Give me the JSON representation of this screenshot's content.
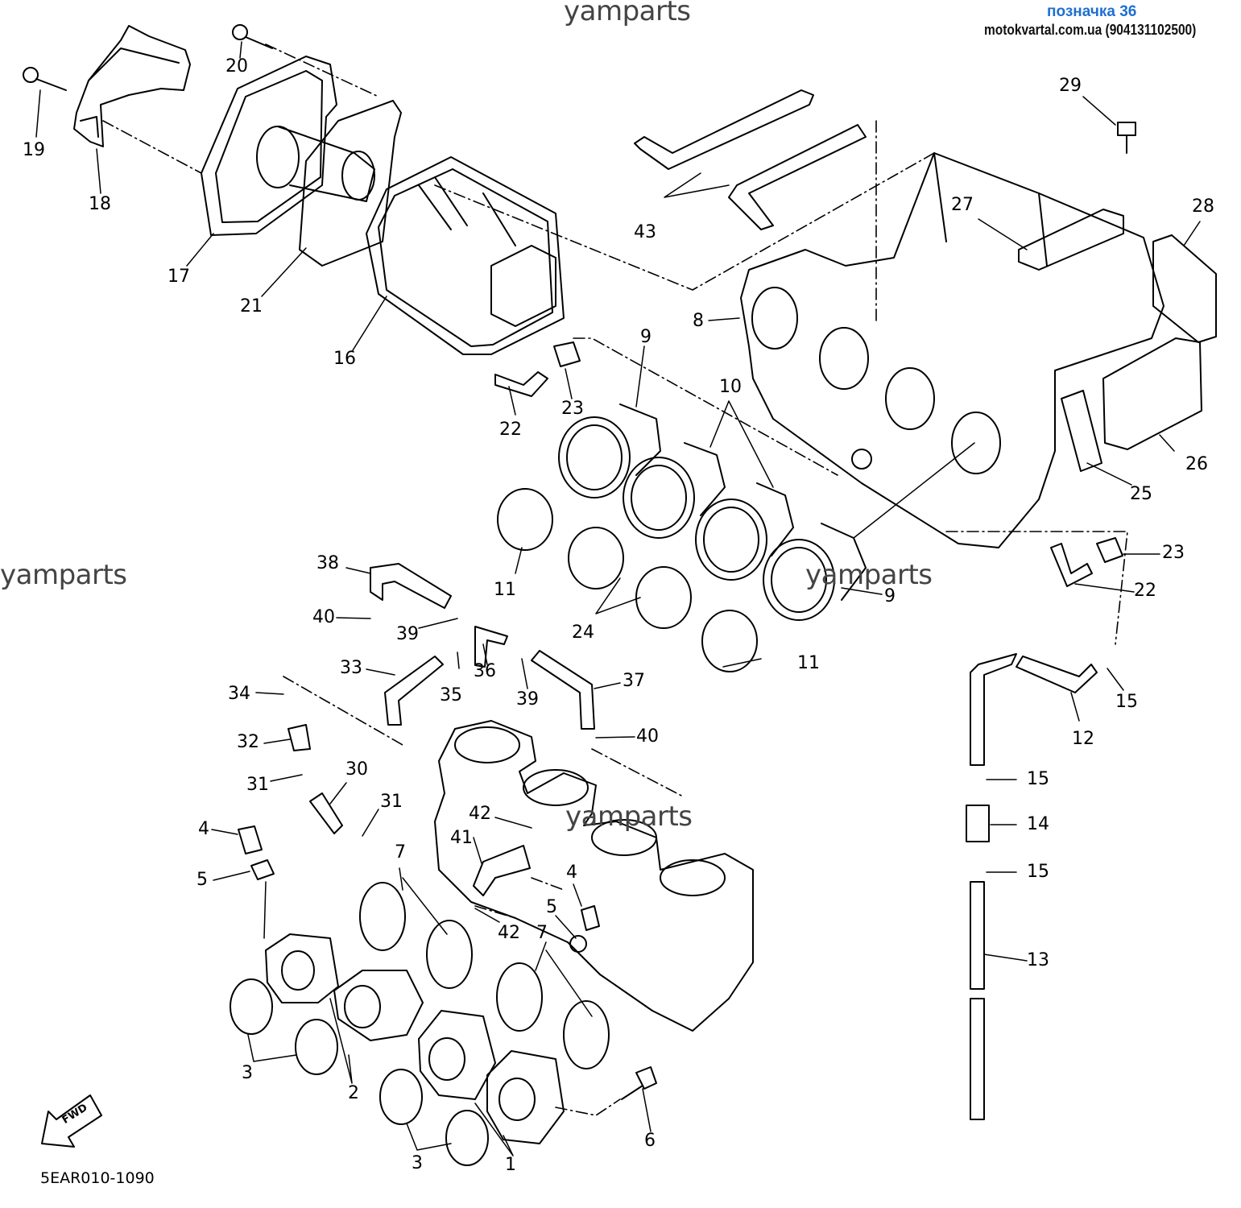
{
  "header": {
    "ref_label": "позначка 36",
    "site": "motokvartal.com.ua (904131102500)"
  },
  "watermarks": [
    "yamparts",
    "yamparts",
    "yamparts",
    "yamparts"
  ],
  "diagram_code": "5EAR010-1090",
  "fwd_label": "FWD",
  "callouts": [
    {
      "num": "1"
    },
    {
      "num": "2"
    },
    {
      "num": "3"
    },
    {
      "num": "3"
    },
    {
      "num": "4"
    },
    {
      "num": "4"
    },
    {
      "num": "5"
    },
    {
      "num": "5"
    },
    {
      "num": "6"
    },
    {
      "num": "7"
    },
    {
      "num": "7"
    },
    {
      "num": "8"
    },
    {
      "num": "9"
    },
    {
      "num": "9"
    },
    {
      "num": "10"
    },
    {
      "num": "11"
    },
    {
      "num": "11"
    },
    {
      "num": "12"
    },
    {
      "num": "13"
    },
    {
      "num": "14"
    },
    {
      "num": "15"
    },
    {
      "num": "15"
    },
    {
      "num": "15"
    },
    {
      "num": "16"
    },
    {
      "num": "17"
    },
    {
      "num": "18"
    },
    {
      "num": "19"
    },
    {
      "num": "20"
    },
    {
      "num": "21"
    },
    {
      "num": "22"
    },
    {
      "num": "22"
    },
    {
      "num": "23"
    },
    {
      "num": "23"
    },
    {
      "num": "24"
    },
    {
      "num": "25"
    },
    {
      "num": "26"
    },
    {
      "num": "27"
    },
    {
      "num": "28"
    },
    {
      "num": "29"
    },
    {
      "num": "30"
    },
    {
      "num": "31"
    },
    {
      "num": "31"
    },
    {
      "num": "32"
    },
    {
      "num": "33"
    },
    {
      "num": "34"
    },
    {
      "num": "35"
    },
    {
      "num": "36"
    },
    {
      "num": "37"
    },
    {
      "num": "38"
    },
    {
      "num": "39"
    },
    {
      "num": "39"
    },
    {
      "num": "40"
    },
    {
      "num": "40"
    },
    {
      "num": "41"
    },
    {
      "num": "42"
    },
    {
      "num": "42"
    },
    {
      "num": "43"
    }
  ]
}
